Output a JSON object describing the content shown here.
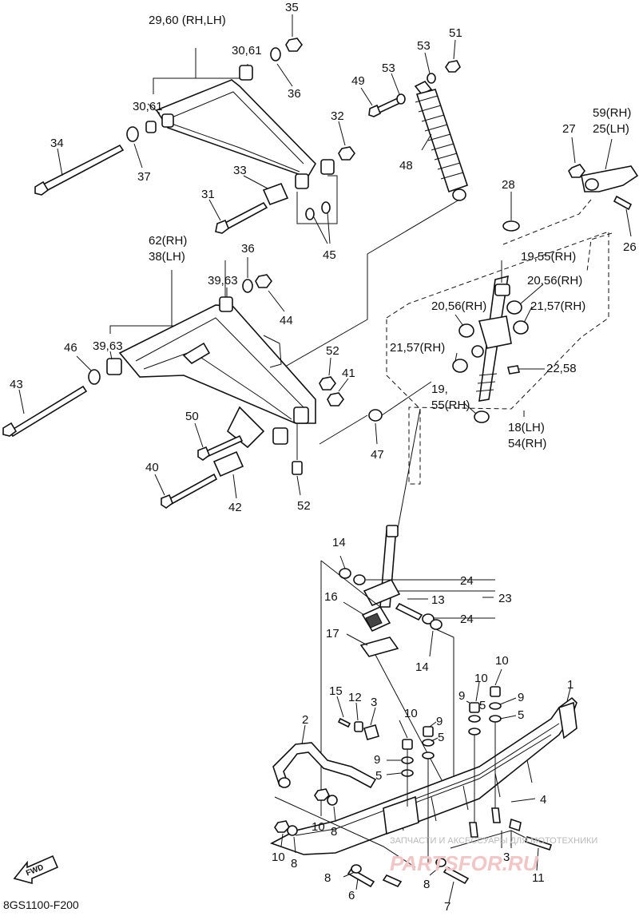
{
  "diagram": {
    "code": "8GS1100-F200",
    "fwd": "FWD",
    "labels": {
      "l29_60": "29,60 (RH,LH)",
      "l35": "35",
      "l30_61a": "30,61",
      "l36a": "36",
      "l30_61b": "30,61",
      "l34": "34",
      "l37": "37",
      "l32": "32",
      "l33": "33",
      "l31": "31",
      "l45": "45",
      "l49": "49",
      "l53a": "53",
      "l53b": "53",
      "l51": "51",
      "l48": "48",
      "l27": "27",
      "l59_25a": "59(RH)",
      "l59_25b": "25(LH)",
      "l26": "26",
      "l28": "28",
      "l62_38a": "62(RH)",
      "l62_38b": "38(LH)",
      "l36b": "36",
      "l39_63a": "39,63",
      "l44": "44",
      "l46": "46",
      "l39_63b": "39,63",
      "l43": "43",
      "l52a": "52",
      "l41": "41",
      "l50": "50",
      "l40": "40",
      "l42": "42",
      "l52b": "52",
      "l47": "47",
      "l19_55a": "19,55(RH)",
      "l20_56a": "20,56(RH)",
      "l20_56b": "20,56(RH)",
      "l21_57a": "21,57(RH)",
      "l21_57b": "21,57(RH)",
      "l22_58": "22,58",
      "l19b": "19,",
      "l55b": "55(RH)",
      "l18": "18(LH)",
      "l54": "54(RH)",
      "l14a": "14",
      "l24a": "24",
      "l23": "23",
      "l16": "16",
      "l13": "13",
      "l24b": "24",
      "l17": "17",
      "l14b": "14",
      "l10a": "10",
      "l10b": "10",
      "l9a": "9",
      "l9b": "9",
      "l5a": "5",
      "l5b": "5",
      "l1": "1",
      "l15": "15",
      "l12": "12",
      "l3a": "3",
      "l10c": "10",
      "l9c": "9",
      "l5c": "5",
      "l2": "2",
      "l9d": "9",
      "l5d": "5",
      "l4": "4",
      "l10d": "10",
      "l8a": "8",
      "l10e": "10",
      "l8b": "8",
      "l3b": "3",
      "l11": "11",
      "l8c": "8",
      "l6": "6",
      "l8d": "8",
      "l7": "7"
    },
    "watermark_top": "ЗАПЧАСТИ И АКСЕССУАРЫ ДЛЯ МОТОТЕХНИКИ",
    "watermark_brand": "PARTSFOR.RU"
  }
}
